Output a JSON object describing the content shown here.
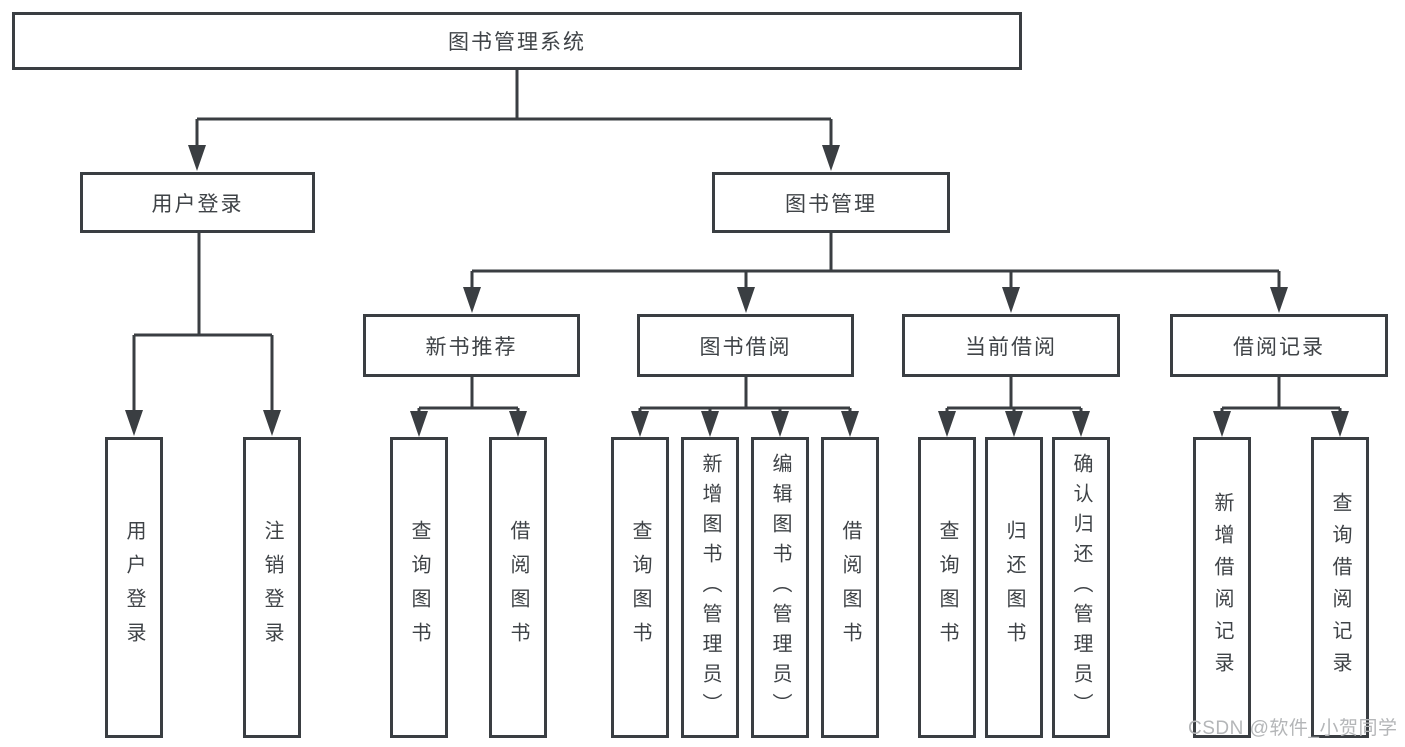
{
  "diagram": {
    "root": "图书管理系统",
    "user_login": {
      "label": "用户登录",
      "children": [
        "用户登录",
        "注销登录"
      ]
    },
    "book_mgmt": {
      "label": "图书管理",
      "sections": [
        {
          "label": "新书推荐",
          "children": [
            "查询图书",
            "借阅图书"
          ]
        },
        {
          "label": "图书借阅",
          "children": [
            "查询图书",
            "新增图书（管理员）",
            "编辑图书（管理员）",
            "借阅图书"
          ]
        },
        {
          "label": "当前借阅",
          "children": [
            "查询图书",
            "归还图书",
            "确认归还（管理员）"
          ]
        },
        {
          "label": "借阅记录",
          "children": [
            "新增借阅记录",
            "查询借阅记录"
          ]
        }
      ]
    }
  },
  "watermark": "CSDN @软件_小贺同学",
  "colors": {
    "line": "#3a3e42",
    "text": "#3f4347",
    "watermark_text": "#b4b6b8",
    "background": "#ffffff"
  }
}
